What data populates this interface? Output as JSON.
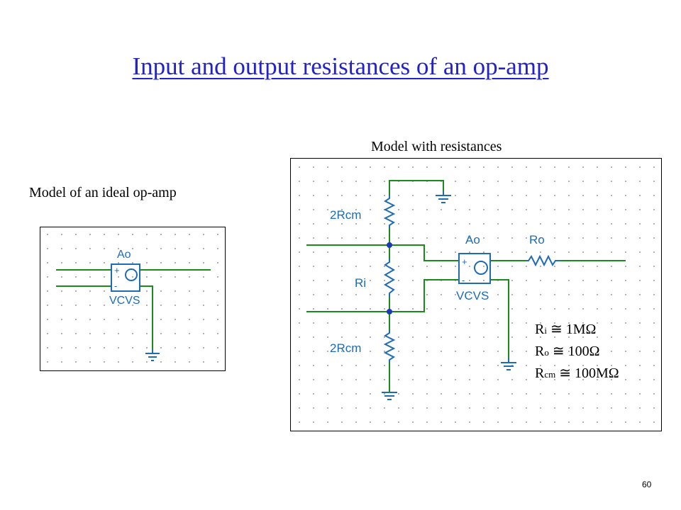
{
  "slide": {
    "title": "Input and output resistances of an op-amp",
    "page_number": "60"
  },
  "ideal_model": {
    "caption": "Model of an ideal op-amp",
    "source_label": "Ao",
    "source_type": "VCVS",
    "plus_sign": "+",
    "minus_sign": "-"
  },
  "resistance_model": {
    "caption": "Model with resistances",
    "source_label": "Ao",
    "source_type": "VCVS",
    "plus_sign": "+",
    "minus_sign": "-",
    "resistor_top": "2Rcm",
    "resistor_mid": "Ri",
    "resistor_bottom": "2Rcm",
    "resistor_out": "Ro"
  },
  "equations": [
    {
      "symbol": "R",
      "subscript": "i",
      "relation": "≅",
      "value": "1MΩ"
    },
    {
      "symbol": "R",
      "subscript": "o",
      "relation": "≅",
      "value": "100Ω"
    },
    {
      "symbol": "R",
      "subscript": "cm",
      "relation": "≅",
      "value": "100MΩ"
    }
  ],
  "colors": {
    "title": "#2222cc",
    "wire": "#1a8a1a",
    "component": "#1e6bb8",
    "junction": "#1a3ab8",
    "grid_dot": "#9a9a9a"
  }
}
